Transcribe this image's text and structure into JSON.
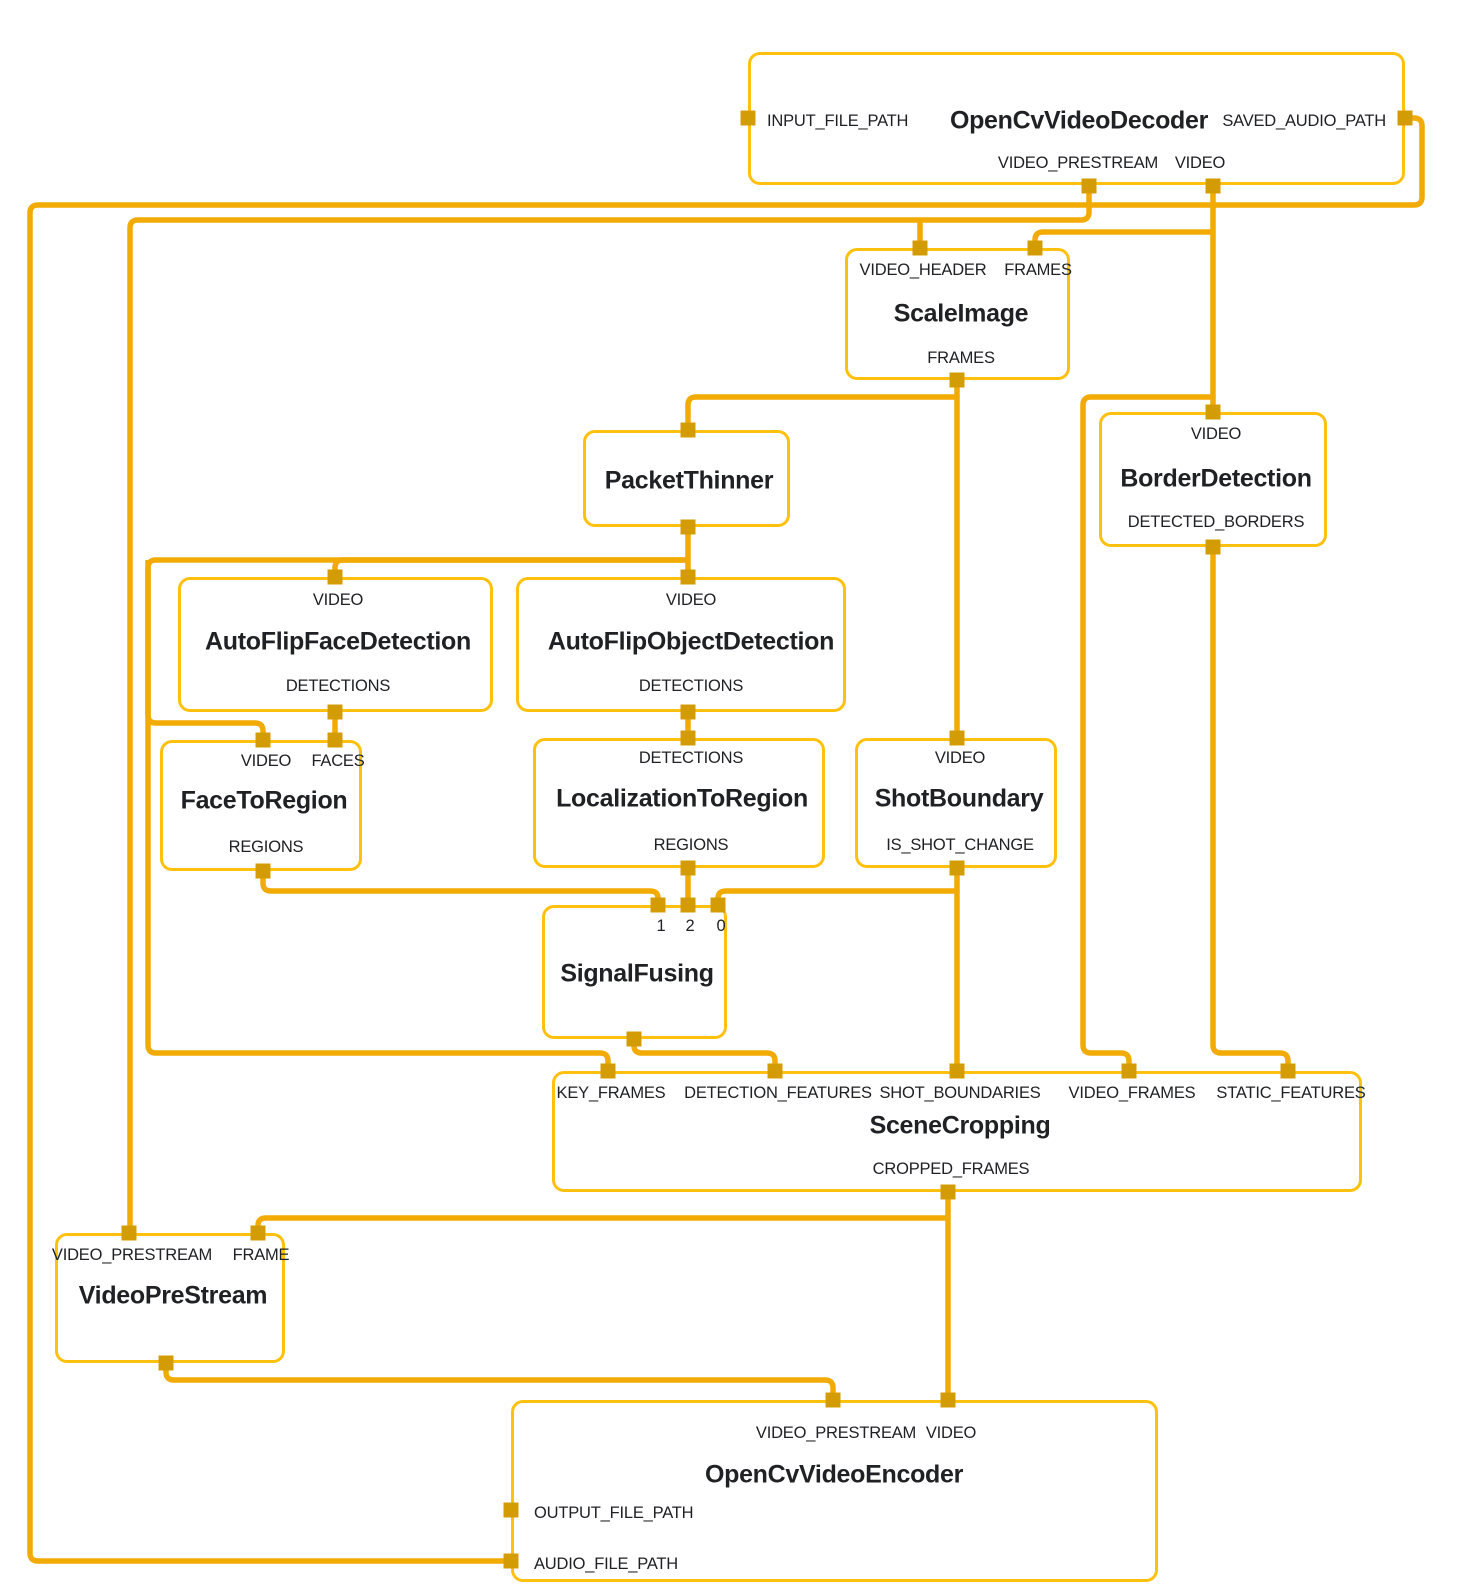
{
  "diagram": {
    "background": "#ffffff",
    "colors": {
      "node_border": "#FFC10D",
      "edge": "#F2AB04",
      "port": "#D49C04",
      "text": "#202124"
    }
  },
  "nodes": {
    "decoder": {
      "title": "OpenCvVideoDecoder",
      "ports": {
        "input_file_path": "INPUT_FILE_PATH",
        "saved_audio_path": "SAVED_AUDIO_PATH",
        "video_prestream": "VIDEO_PRESTREAM",
        "video": "VIDEO"
      }
    },
    "scale_image": {
      "title": "ScaleImage",
      "ports": {
        "video_header": "VIDEO_HEADER",
        "frames_in": "FRAMES",
        "frames_out": "FRAMES"
      }
    },
    "packet_thinner": {
      "title": "PacketThinner"
    },
    "border_detection": {
      "title": "BorderDetection",
      "ports": {
        "video": "VIDEO",
        "detected_borders": "DETECTED_BORDERS"
      }
    },
    "face_detection": {
      "title": "AutoFlipFaceDetection",
      "ports": {
        "video": "VIDEO",
        "detections": "DETECTIONS"
      }
    },
    "object_detection": {
      "title": "AutoFlipObjectDetection",
      "ports": {
        "video": "VIDEO",
        "detections": "DETECTIONS"
      }
    },
    "face_to_region": {
      "title": "FaceToRegion",
      "ports": {
        "video": "VIDEO",
        "faces": "FACES",
        "regions": "REGIONS"
      }
    },
    "localization_to_region": {
      "title": "LocalizationToRegion",
      "ports": {
        "detections": "DETECTIONS",
        "regions": "REGIONS"
      }
    },
    "shot_boundary": {
      "title": "ShotBoundary",
      "ports": {
        "video": "VIDEO",
        "is_shot_change": "IS_SHOT_CHANGE"
      }
    },
    "signal_fusing": {
      "title": "SignalFusing",
      "ports": {
        "p1": "1",
        "p2": "2",
        "p0": "0"
      }
    },
    "scene_cropping": {
      "title": "SceneCropping",
      "ports": {
        "key_frames": "KEY_FRAMES",
        "detection_features": "DETECTION_FEATURES",
        "shot_boundaries": "SHOT_BOUNDARIES",
        "video_frames": "VIDEO_FRAMES",
        "static_features": "STATIC_FEATURES",
        "cropped_frames": "CROPPED_FRAMES"
      }
    },
    "video_pre_stream": {
      "title": "VideoPreStream",
      "ports": {
        "video_prestream": "VIDEO_PRESTREAM",
        "frame": "FRAME"
      }
    },
    "encoder": {
      "title": "OpenCvVideoEncoder",
      "ports": {
        "video_prestream": "VIDEO_PRESTREAM",
        "video": "VIDEO",
        "output_file_path": "OUTPUT_FILE_PATH",
        "audio_file_path": "AUDIO_FILE_PATH"
      }
    }
  },
  "edges": [
    {
      "from": "OpenCvVideoDecoder.SAVED_AUDIO_PATH",
      "to": "OpenCvVideoEncoder.AUDIO_FILE_PATH"
    },
    {
      "from": "OpenCvVideoDecoder.VIDEO_PRESTREAM",
      "to": "ScaleImage.VIDEO_HEADER"
    },
    {
      "from": "OpenCvVideoDecoder.VIDEO_PRESTREAM",
      "to": "VideoPreStream.VIDEO_PRESTREAM"
    },
    {
      "from": "OpenCvVideoDecoder.VIDEO",
      "to": "ScaleImage.FRAMES"
    },
    {
      "from": "OpenCvVideoDecoder.VIDEO",
      "to": "BorderDetection.VIDEO"
    },
    {
      "from": "OpenCvVideoDecoder.VIDEO",
      "to": "SceneCropping.VIDEO_FRAMES"
    },
    {
      "from": "ScaleImage.FRAMES",
      "to": "PacketThinner"
    },
    {
      "from": "ScaleImage.FRAMES",
      "to": "ShotBoundary.VIDEO"
    },
    {
      "from": "PacketThinner",
      "to": "AutoFlipFaceDetection.VIDEO"
    },
    {
      "from": "PacketThinner",
      "to": "AutoFlipObjectDetection.VIDEO"
    },
    {
      "from": "PacketThinner",
      "to": "FaceToRegion.VIDEO"
    },
    {
      "from": "PacketThinner",
      "to": "SceneCropping.KEY_FRAMES"
    },
    {
      "from": "AutoFlipFaceDetection.DETECTIONS",
      "to": "FaceToRegion.FACES"
    },
    {
      "from": "AutoFlipObjectDetection.DETECTIONS",
      "to": "LocalizationToRegion.DETECTIONS"
    },
    {
      "from": "FaceToRegion.REGIONS",
      "to": "SignalFusing.1"
    },
    {
      "from": "LocalizationToRegion.REGIONS",
      "to": "SignalFusing.2"
    },
    {
      "from": "ShotBoundary.IS_SHOT_CHANGE",
      "to": "SignalFusing.0"
    },
    {
      "from": "ShotBoundary.IS_SHOT_CHANGE",
      "to": "SceneCropping.SHOT_BOUNDARIES"
    },
    {
      "from": "BorderDetection.DETECTED_BORDERS",
      "to": "SceneCropping.STATIC_FEATURES"
    },
    {
      "from": "SignalFusing",
      "to": "SceneCropping.DETECTION_FEATURES"
    },
    {
      "from": "SceneCropping.CROPPED_FRAMES",
      "to": "VideoPreStream.FRAME"
    },
    {
      "from": "SceneCropping.CROPPED_FRAMES",
      "to": "OpenCvVideoEncoder.VIDEO"
    },
    {
      "from": "VideoPreStream",
      "to": "OpenCvVideoEncoder.VIDEO_PRESTREAM"
    }
  ]
}
